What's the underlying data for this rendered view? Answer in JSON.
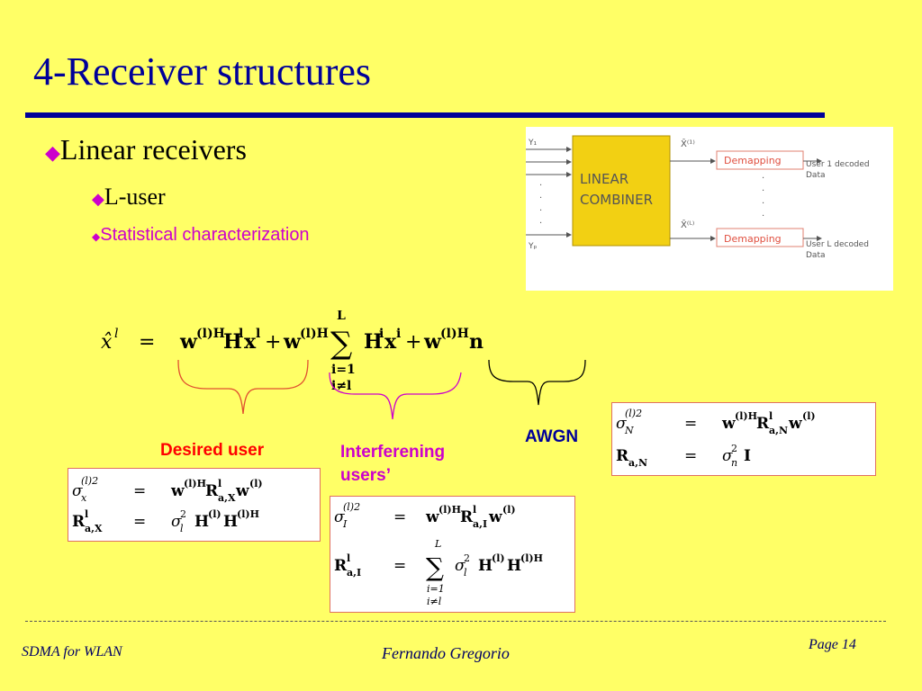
{
  "slide": {
    "title": "4-Receiver structures",
    "bullets": [
      {
        "marker": "◆",
        "text": "Linear receivers"
      },
      {
        "marker": "◆",
        "text": "L-user"
      },
      {
        "marker": "◆",
        "text": "Statistical characterization"
      }
    ]
  },
  "diagram": {
    "inputs": [
      "Y₁",
      "Yₚ"
    ],
    "combiner_line1": "LINEAR",
    "combiner_line2": "COMBINER",
    "outputs": [
      "X̂⁽¹⁾",
      "X̂⁽ᴸ⁾"
    ],
    "block": "Demapping",
    "user1_line1": "User 1 decoded",
    "user1_line2": "Data",
    "userL_line1": "User L decoded",
    "userL_line2": "Data"
  },
  "labels": {
    "desired": "Desired user",
    "interfering_line1": "Interferening",
    "interfering_line2": "users’",
    "awgn": "AWGN"
  },
  "footer": {
    "left": "SDMA for WLAN",
    "center": "Fernando Gregorio",
    "right": "Page 14"
  },
  "colors": {
    "background": "#ffff66",
    "title": "#000099",
    "bullet_marker": "#cc00cc",
    "desired": "#ff0000",
    "interfering": "#cc00cc",
    "awgn": "#000099",
    "combiner": "#f2d013",
    "box_border": "#e07060"
  }
}
